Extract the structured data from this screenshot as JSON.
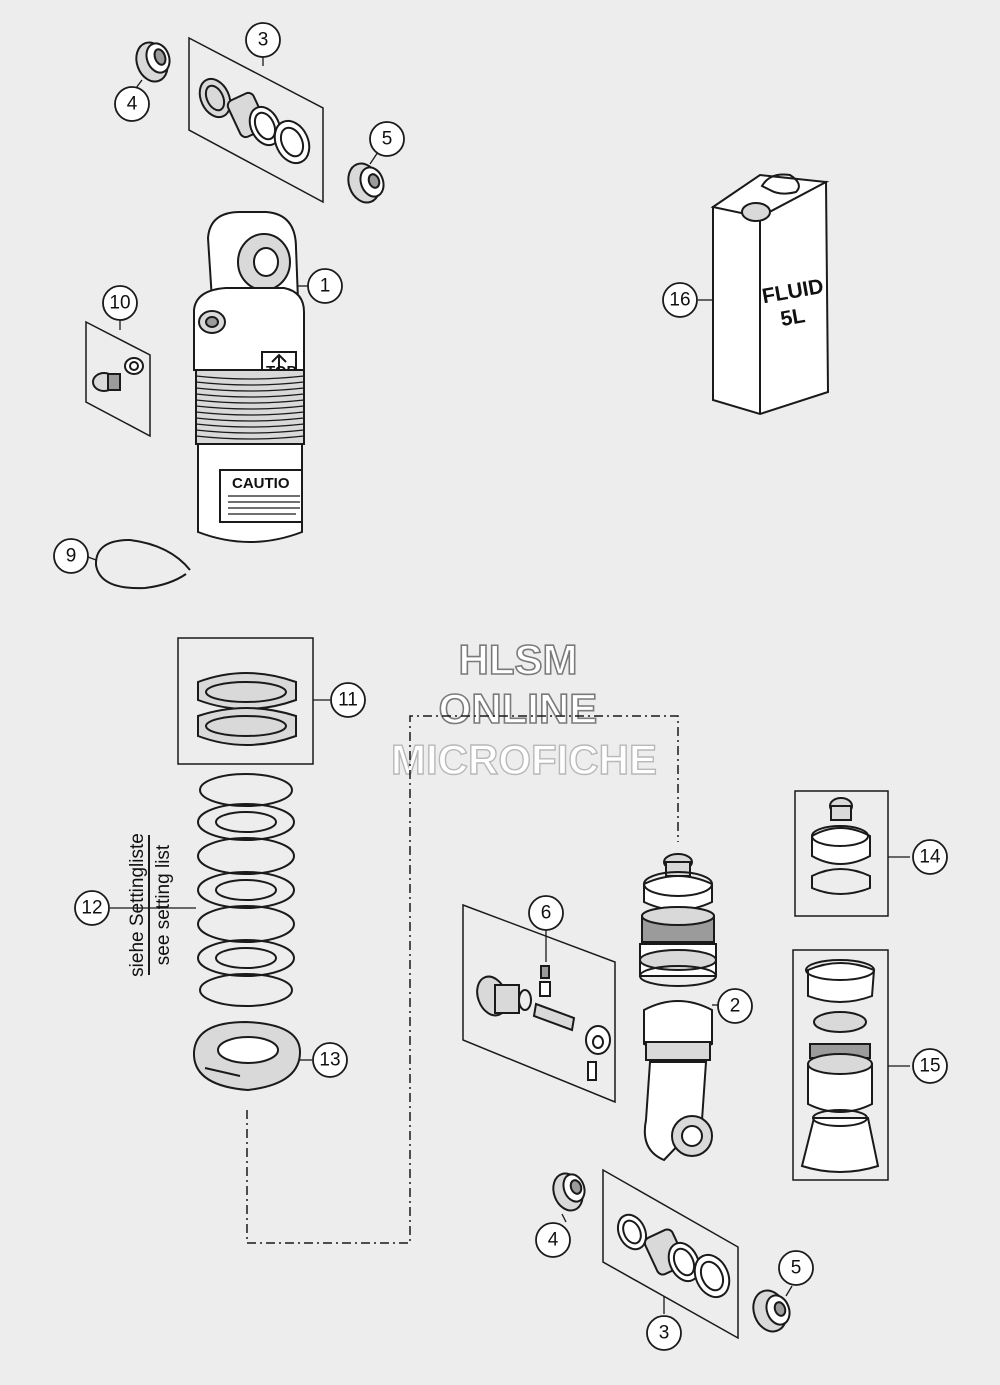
{
  "callouts": [
    {
      "id": "c1",
      "label": "1"
    },
    {
      "id": "c2",
      "label": "2"
    },
    {
      "id": "c3a",
      "label": "3"
    },
    {
      "id": "c3b",
      "label": "3"
    },
    {
      "id": "c4a",
      "label": "4"
    },
    {
      "id": "c4b",
      "label": "4"
    },
    {
      "id": "c5a",
      "label": "5"
    },
    {
      "id": "c5b",
      "label": "5"
    },
    {
      "id": "c6",
      "label": "6"
    },
    {
      "id": "c9",
      "label": "9"
    },
    {
      "id": "c10",
      "label": "10"
    },
    {
      "id": "c11",
      "label": "11"
    },
    {
      "id": "c12",
      "label": "12"
    },
    {
      "id": "c13",
      "label": "13"
    },
    {
      "id": "c14",
      "label": "14"
    },
    {
      "id": "c15",
      "label": "15"
    },
    {
      "id": "c16",
      "label": "16"
    }
  ],
  "spring_note": {
    "line1": "siehe Settingliste",
    "line2": "see setting list"
  },
  "fluid_can": {
    "line1": "FLUID",
    "line2": "5L"
  },
  "shock_labels": {
    "caution": "CAUTIO",
    "top": "TOP"
  },
  "watermark": {
    "line1": "HLSM",
    "line2": "ONLINE",
    "line3": "MICROFICHE"
  }
}
